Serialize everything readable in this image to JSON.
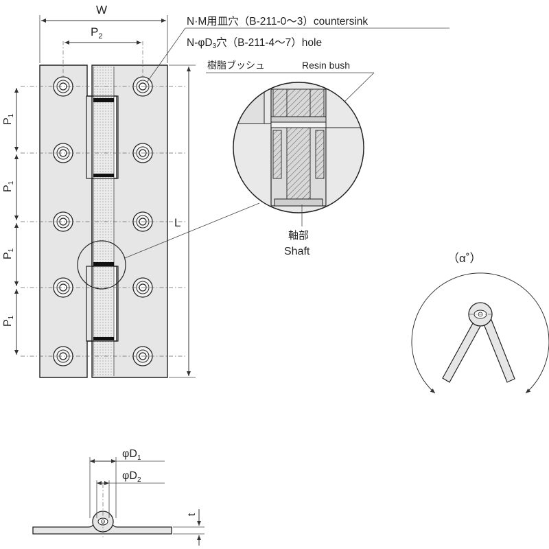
{
  "labels": {
    "width": "W",
    "pitch2": "P",
    "pitch2_sub": "2",
    "pitch1": "P",
    "pitch1_sub": "1",
    "length": "L",
    "countersink_note": "N·M用皿穴（B-211-0～3）countersink",
    "hole_note_prefix": "N-φD",
    "hole_note_sub": "3",
    "hole_note_suffix": "穴（B-211-4～7）hole",
    "resin_bush_jp": "樹脂ブッシュ",
    "resin_bush_en": "Resin bush",
    "shaft_jp": "軸部",
    "shaft_en": "Shaft",
    "angle": "（α˚）",
    "d1_prefix": "φD",
    "d1_sub": "1",
    "d2_prefix": "φD",
    "d2_sub": "2",
    "thickness": "t"
  },
  "colors": {
    "line": "#222222",
    "plate_fill": "#e6e6e6",
    "background": "#ffffff"
  }
}
